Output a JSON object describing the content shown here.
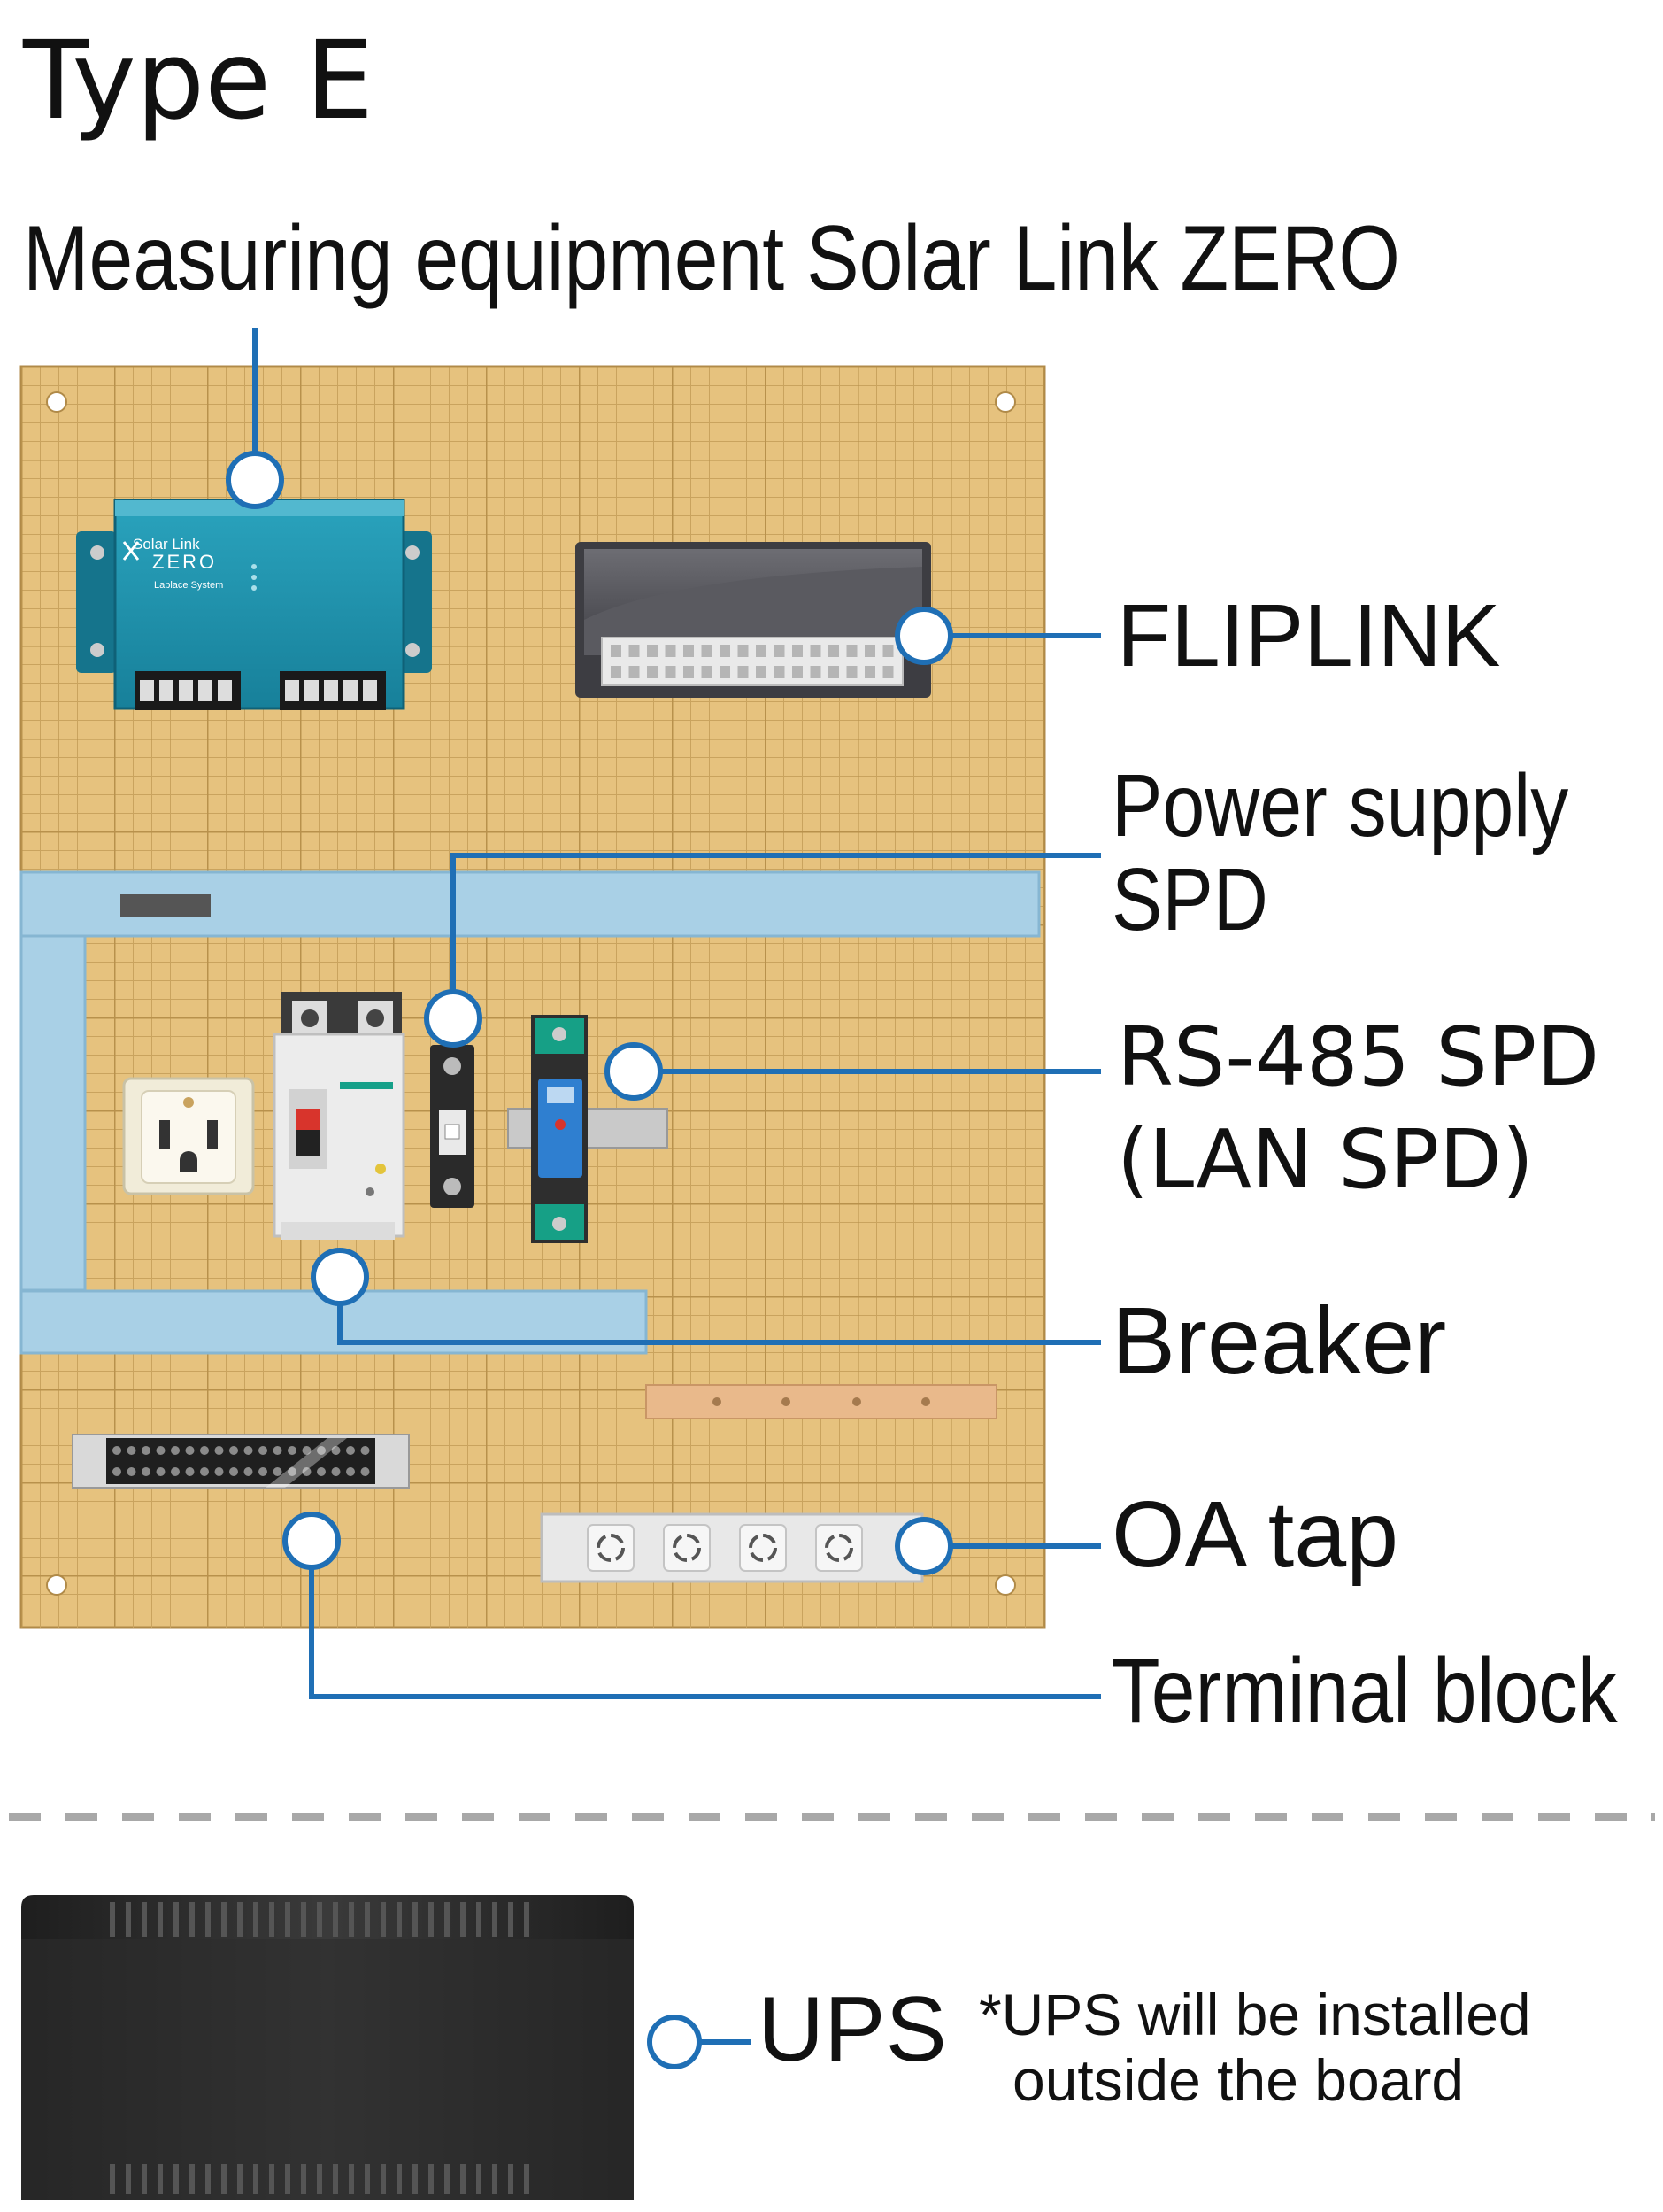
{
  "title": "Type E",
  "main_label": "Measuring equipment Solar Link ZERO",
  "labels": {
    "fliplink": "FLIPLINK",
    "power_spd_line1": "Power supply",
    "power_spd_line2": "SPD",
    "rs485_line1": "RS-485 SPD",
    "rs485_line2": "(LAN SPD)",
    "breaker": "Breaker",
    "oa_tap": "OA tap",
    "terminal_block": "Terminal block",
    "ups": "UPS"
  },
  "ups_note": {
    "line1": "*UPS will be installed",
    "line2": "outside the board"
  },
  "device_text": {
    "brand_line1": "Solar Link",
    "brand_line2": "ZERO",
    "maker": "Laplace System"
  },
  "colors": {
    "leader": "#1f6fb5",
    "board": "#e6c27e",
    "board_grid": "#c9a35e",
    "rail": "#a9d0e6",
    "device": "#1f8fa7",
    "ups": "#2b2b2b"
  }
}
